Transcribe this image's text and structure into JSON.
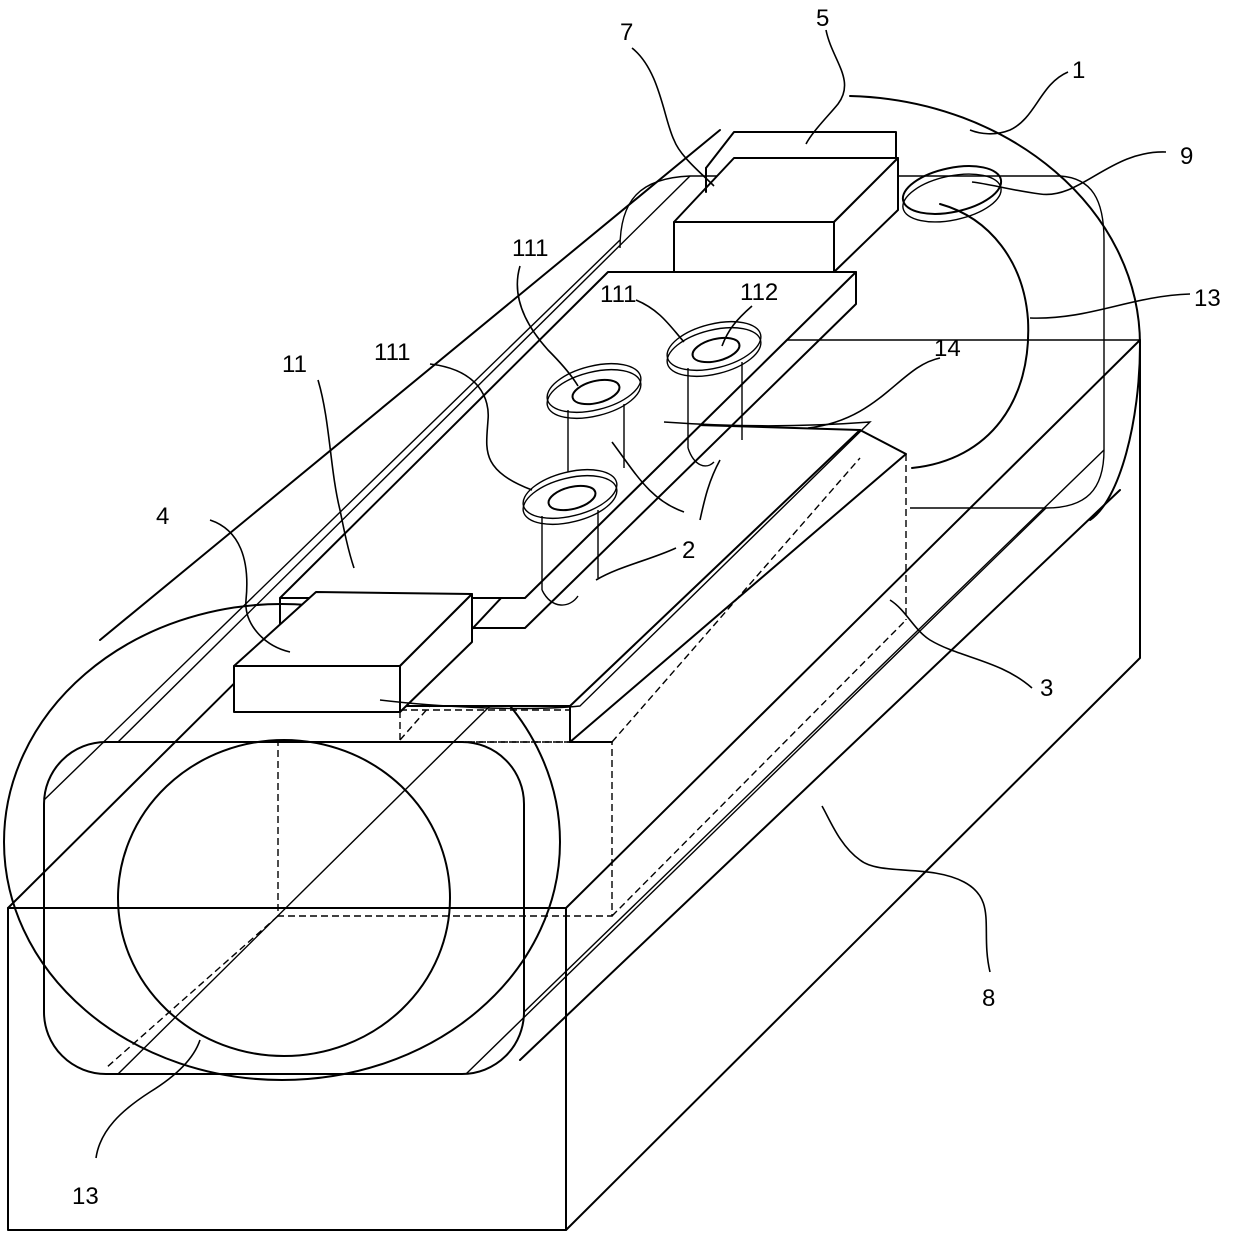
{
  "figure": {
    "callouts": [
      {
        "id": "1",
        "text": "1"
      },
      {
        "id": "5",
        "text": "5"
      },
      {
        "id": "7",
        "text": "7"
      },
      {
        "id": "9",
        "text": "9"
      },
      {
        "id": "111a",
        "text": "111"
      },
      {
        "id": "111b",
        "text": "111"
      },
      {
        "id": "112",
        "text": "112"
      },
      {
        "id": "13a",
        "text": "13"
      },
      {
        "id": "111c",
        "text": "111"
      },
      {
        "id": "14",
        "text": "14"
      },
      {
        "id": "11",
        "text": "11"
      },
      {
        "id": "4",
        "text": "4"
      },
      {
        "id": "2",
        "text": "2"
      },
      {
        "id": "3",
        "text": "3"
      },
      {
        "id": "8",
        "text": "8"
      },
      {
        "id": "13b",
        "text": "13"
      }
    ]
  }
}
